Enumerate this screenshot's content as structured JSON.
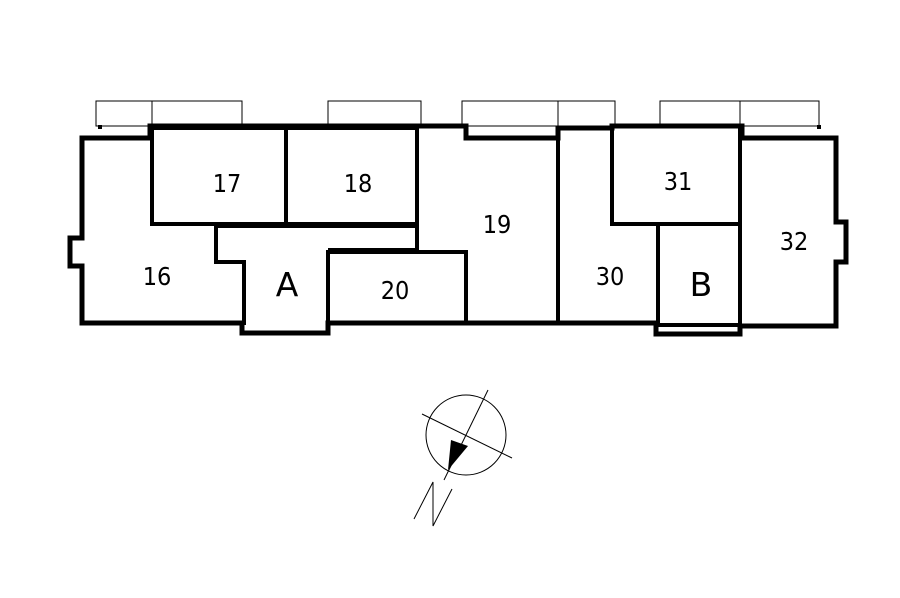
{
  "plan": {
    "units": [
      {
        "id": "16",
        "label": "16"
      },
      {
        "id": "17",
        "label": "17"
      },
      {
        "id": "18",
        "label": "18"
      },
      {
        "id": "19",
        "label": "19"
      },
      {
        "id": "20",
        "label": "20"
      },
      {
        "id": "30",
        "label": "30"
      },
      {
        "id": "31",
        "label": "31"
      },
      {
        "id": "32",
        "label": "32"
      }
    ],
    "stairs": [
      {
        "id": "A",
        "label": "A"
      },
      {
        "id": "B",
        "label": "B"
      }
    ]
  },
  "compass": {
    "icon": "north-arrow-icon"
  },
  "colors": {
    "line": "#000000",
    "background": "#ffffff"
  }
}
